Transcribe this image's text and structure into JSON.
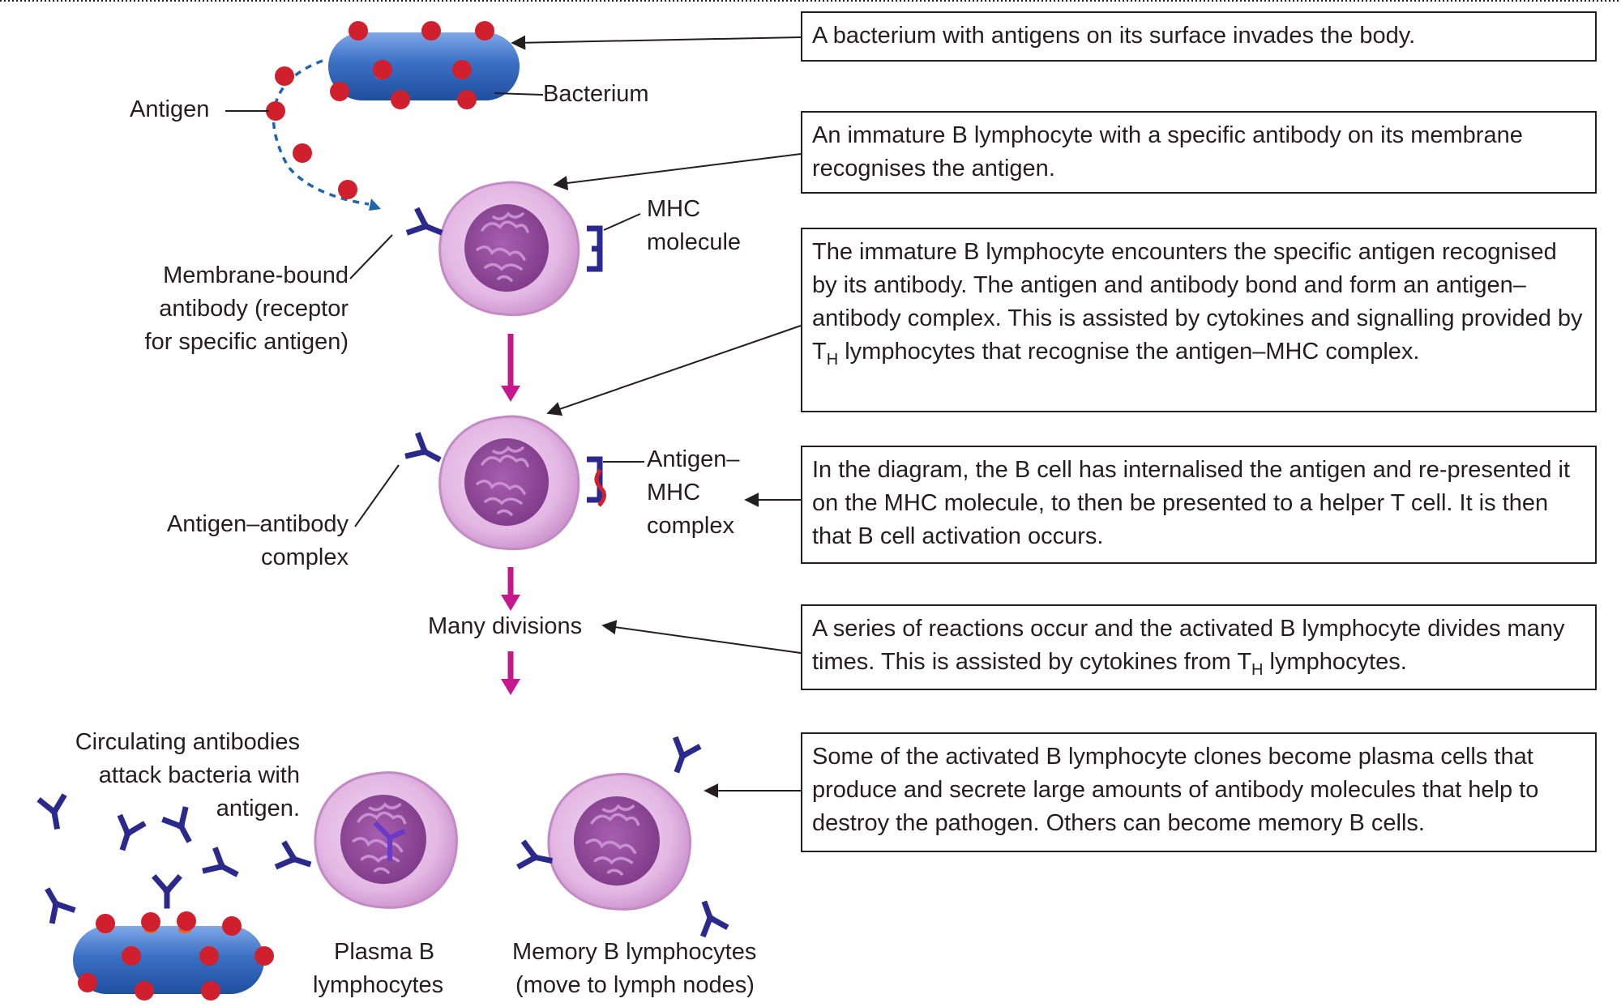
{
  "labels": {
    "antigen": "Antigen",
    "bacterium": "Bacterium",
    "mhc_1": "MHC",
    "mhc_2": "molecule",
    "membrane_1": "Membrane-bound",
    "membrane_2": "antibody (receptor",
    "membrane_3": "for specific antigen)",
    "ag_mhc_1": "Antigen–",
    "ag_mhc_2": "MHC",
    "ag_mhc_3": "complex",
    "ag_ab_1": "Antigen–antibody",
    "ag_ab_2": "complex",
    "many_divisions": "Many divisions",
    "circ_1": "Circulating antibodies",
    "circ_2": "attack bacteria with",
    "circ_3": "antigen.",
    "plasma_1": "Plasma B",
    "plasma_2": "lymphocytes",
    "memory_1": "Memory B lymphocytes",
    "memory_2": "(move to lymph nodes)"
  },
  "boxes": {
    "b1": "A bacterium with antigens on its surface invades the body.",
    "b2": "An immature B lymphocyte with a specific antibody on its membrane recognises the antigen.",
    "b3_pre": "The immature B lymphocyte encounters the specific antigen recognised by its antibody. The antigen and antibody bond and form an antigen–antibody complex. This is assisted by cytokines and signalling provided by T",
    "b3_sub": "H",
    "b3_post": " lymphocytes that recognise the antigen–MHC complex.",
    "b4": "In the diagram, the B cell has internalised the antigen and re-presented it on the MHC molecule, to then be presented to a helper T cell. It is then that B cell activation occurs.",
    "b5_pre": "A series of reactions occur and the activated B lymphocyte divides many times. This is assisted by cytokines from T",
    "b5_sub": "H",
    "b5_post": " lymphocytes.",
    "b6": "Some of the activated B lymphocyte clones become plasma cells that produce and secrete large amounts of antibody molecules that help to destroy the pathogen. Others can become memory B cells."
  },
  "colors": {
    "bacterium": "#3a6fc4",
    "antigen": "#d0202e",
    "antibody": "#2b2a8c",
    "cell": "#e6bfe6",
    "nucleus": "#9a4fa2",
    "arrow_down": "#c4188c",
    "dotted_arrow": "#1f65b0"
  }
}
